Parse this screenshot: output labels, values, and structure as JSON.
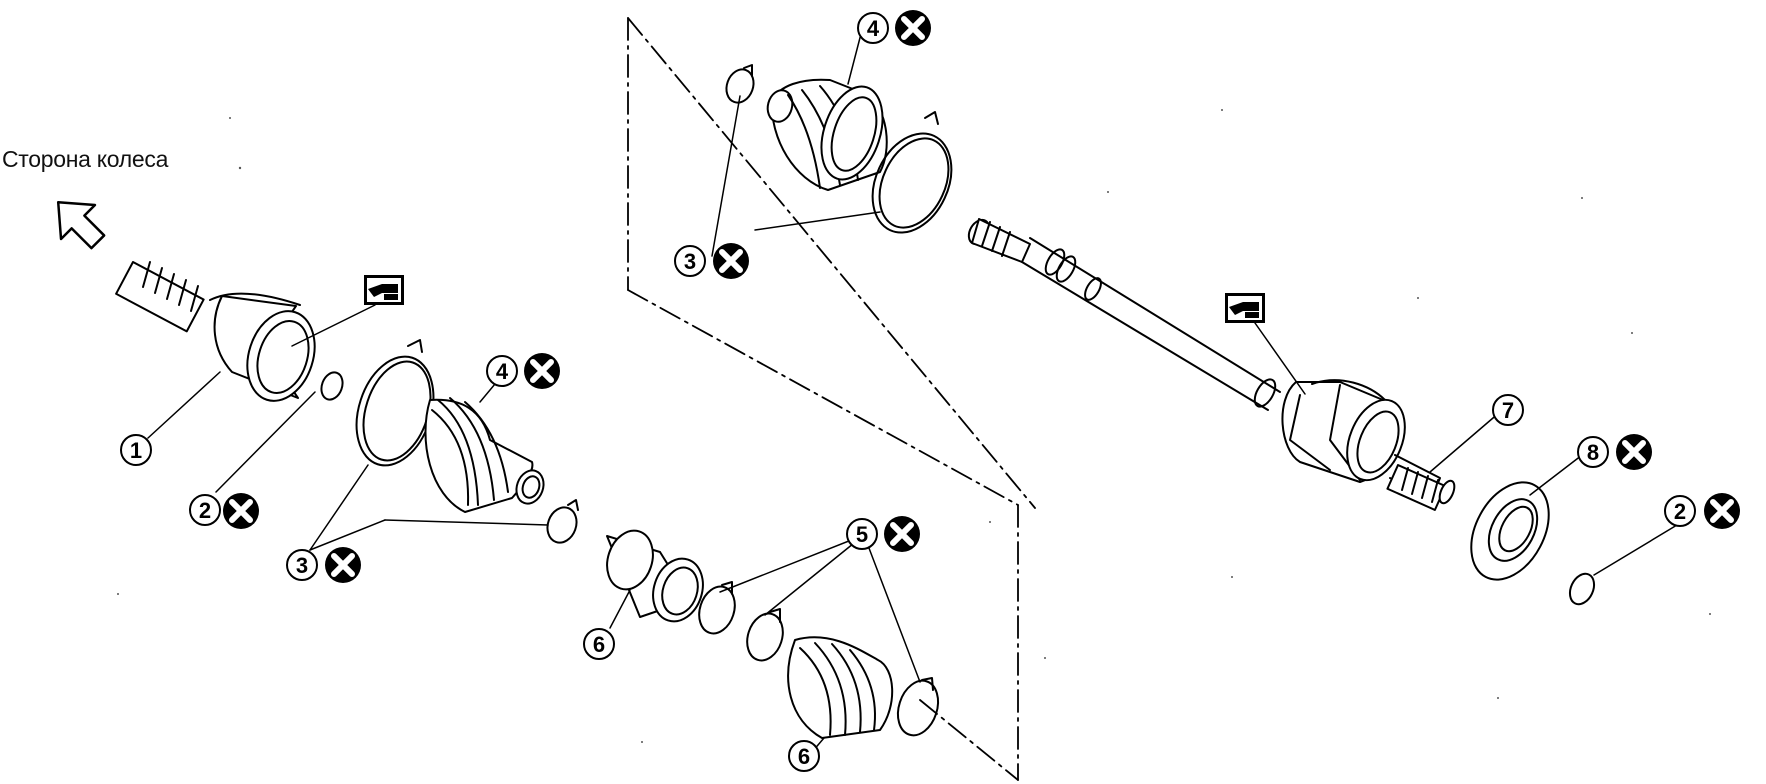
{
  "wheel_side_label": "Сторона колеса",
  "callouts": [
    {
      "id": "c1a",
      "number": "1",
      "replace": false
    },
    {
      "id": "c2a",
      "number": "2",
      "replace": true
    },
    {
      "id": "c3a",
      "number": "3",
      "replace": true
    },
    {
      "id": "c4a",
      "number": "4",
      "replace": true
    },
    {
      "id": "c5a",
      "number": "5",
      "replace": true
    },
    {
      "id": "c6a",
      "number": "6",
      "replace": false
    },
    {
      "id": "c6b",
      "number": "6",
      "replace": false
    },
    {
      "id": "c3b",
      "number": "3",
      "replace": true
    },
    {
      "id": "c4b",
      "number": "4",
      "replace": true
    },
    {
      "id": "c7a",
      "number": "7",
      "replace": false
    },
    {
      "id": "c8a",
      "number": "8",
      "replace": true
    },
    {
      "id": "c2b",
      "number": "2",
      "replace": true
    }
  ],
  "icons": {
    "replace": "replace-x-icon",
    "grease": "grease-icon",
    "direction": "direction-arrow-icon"
  },
  "colors": {
    "line": "#000000",
    "paper": "#ffffff"
  }
}
